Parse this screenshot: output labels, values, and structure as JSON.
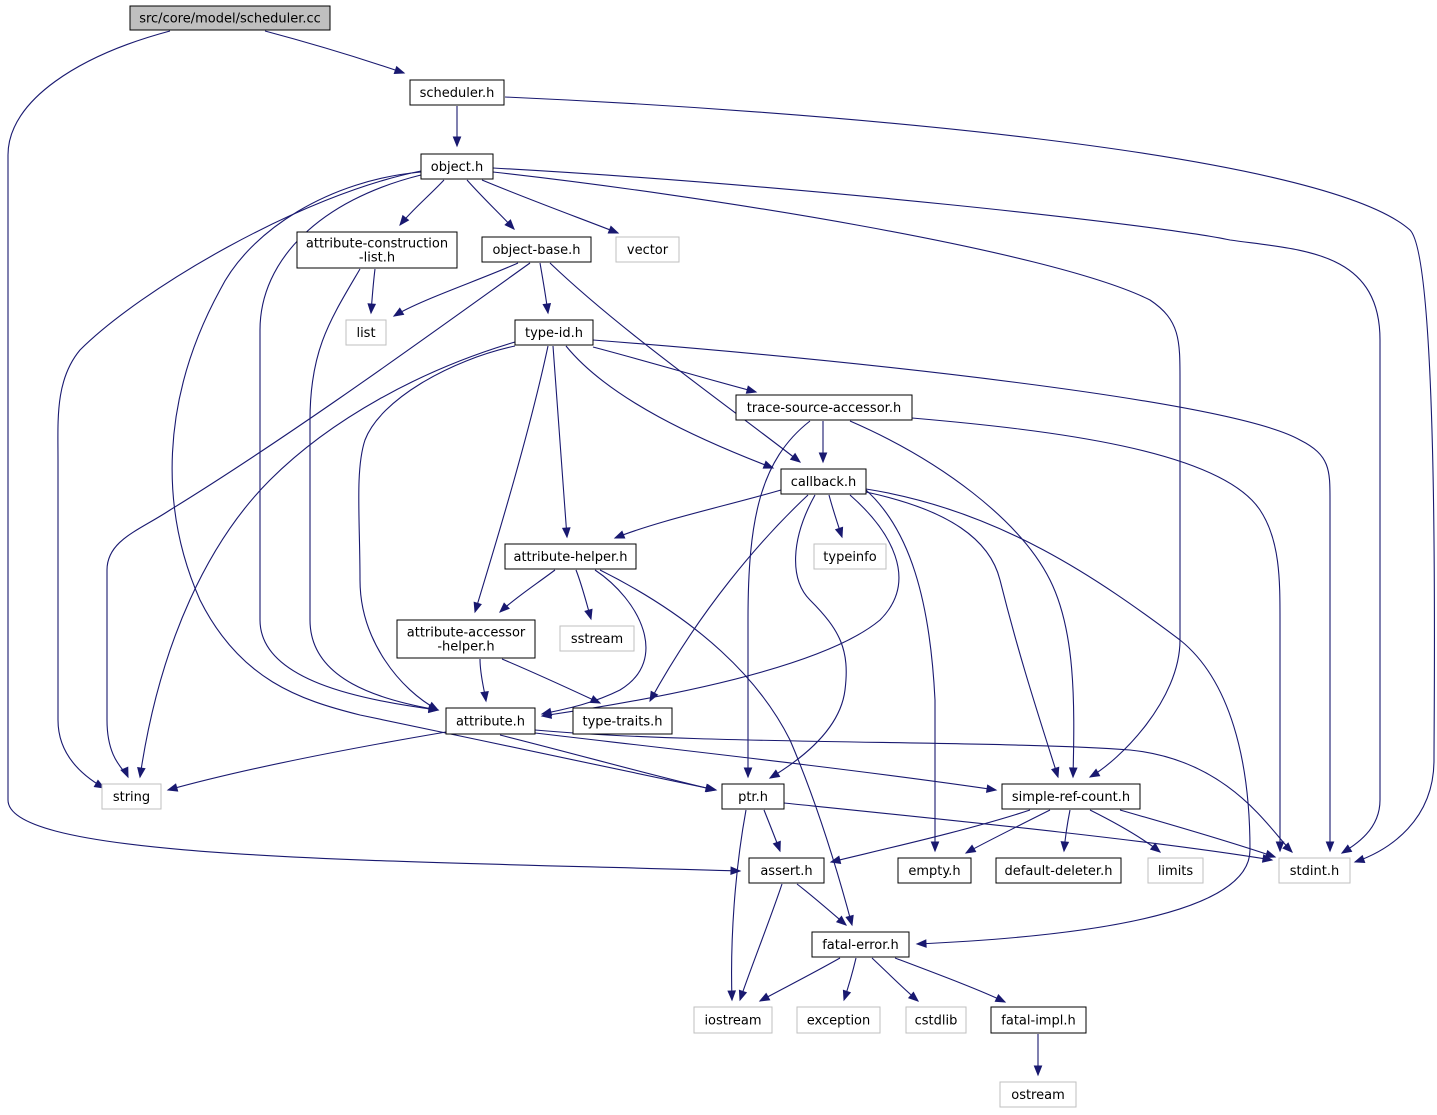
{
  "colors": {
    "edge": "#191970",
    "local_border": "#000000",
    "system_border": "#bfbfbf",
    "root_fill": "#bfbfbf"
  },
  "nodes": [
    {
      "id": "scheduler_cc",
      "lines": [
        "src/core/model/scheduler.cc"
      ],
      "kind": "root"
    },
    {
      "id": "scheduler_h",
      "lines": [
        "scheduler.h"
      ],
      "kind": "local"
    },
    {
      "id": "object_h",
      "lines": [
        "object.h"
      ],
      "kind": "local"
    },
    {
      "id": "attr_constr_list_h",
      "lines": [
        "attribute-construction",
        "-list.h"
      ],
      "kind": "local"
    },
    {
      "id": "object_base_h",
      "lines": [
        "object-base.h"
      ],
      "kind": "local"
    },
    {
      "id": "vector",
      "lines": [
        "vector"
      ],
      "kind": "system"
    },
    {
      "id": "list",
      "lines": [
        "list"
      ],
      "kind": "system"
    },
    {
      "id": "type_id_h",
      "lines": [
        "type-id.h"
      ],
      "kind": "local"
    },
    {
      "id": "trace_source_accessor_h",
      "lines": [
        "trace-source-accessor.h"
      ],
      "kind": "local"
    },
    {
      "id": "callback_h",
      "lines": [
        "callback.h"
      ],
      "kind": "local"
    },
    {
      "id": "typeinfo",
      "lines": [
        "typeinfo"
      ],
      "kind": "system"
    },
    {
      "id": "attribute_helper_h",
      "lines": [
        "attribute-helper.h"
      ],
      "kind": "local"
    },
    {
      "id": "sstream",
      "lines": [
        "sstream"
      ],
      "kind": "system"
    },
    {
      "id": "attr_accessor_helper_h",
      "lines": [
        "attribute-accessor",
        "-helper.h"
      ],
      "kind": "local"
    },
    {
      "id": "attribute_h",
      "lines": [
        "attribute.h"
      ],
      "kind": "local"
    },
    {
      "id": "type_traits_h",
      "lines": [
        "type-traits.h"
      ],
      "kind": "local"
    },
    {
      "id": "string",
      "lines": [
        "string"
      ],
      "kind": "system"
    },
    {
      "id": "ptr_h",
      "lines": [
        "ptr.h"
      ],
      "kind": "local"
    },
    {
      "id": "simple_ref_count_h",
      "lines": [
        "simple-ref-count.h"
      ],
      "kind": "local"
    },
    {
      "id": "assert_h",
      "lines": [
        "assert.h"
      ],
      "kind": "local"
    },
    {
      "id": "empty_h",
      "lines": [
        "empty.h"
      ],
      "kind": "local"
    },
    {
      "id": "default_deleter_h",
      "lines": [
        "default-deleter.h"
      ],
      "kind": "local"
    },
    {
      "id": "limits",
      "lines": [
        "limits"
      ],
      "kind": "system"
    },
    {
      "id": "stdint_h",
      "lines": [
        "stdint.h"
      ],
      "kind": "system"
    },
    {
      "id": "fatal_error_h",
      "lines": [
        "fatal-error.h"
      ],
      "kind": "local"
    },
    {
      "id": "iostream",
      "lines": [
        "iostream"
      ],
      "kind": "system"
    },
    {
      "id": "exception",
      "lines": [
        "exception"
      ],
      "kind": "system"
    },
    {
      "id": "cstdlib",
      "lines": [
        "cstdlib"
      ],
      "kind": "system"
    },
    {
      "id": "fatal_impl_h",
      "lines": [
        "fatal-impl.h"
      ],
      "kind": "local"
    },
    {
      "id": "ostream",
      "lines": [
        "ostream"
      ],
      "kind": "system"
    }
  ],
  "edges": [
    {
      "from": "scheduler_cc",
      "to": "scheduler_h"
    },
    {
      "from": "scheduler_cc",
      "to": "assert_h"
    },
    {
      "from": "scheduler_h",
      "to": "object_h"
    },
    {
      "from": "scheduler_h",
      "to": "stdint_h"
    },
    {
      "from": "object_h",
      "to": "attr_constr_list_h"
    },
    {
      "from": "object_h",
      "to": "object_base_h"
    },
    {
      "from": "object_h",
      "to": "vector"
    },
    {
      "from": "object_h",
      "to": "string"
    },
    {
      "from": "object_h",
      "to": "ptr_h"
    },
    {
      "from": "object_h",
      "to": "attribute_h"
    },
    {
      "from": "object_h",
      "to": "simple_ref_count_h"
    },
    {
      "from": "object_h",
      "to": "stdint_h"
    },
    {
      "from": "attr_constr_list_h",
      "to": "list"
    },
    {
      "from": "attr_constr_list_h",
      "to": "attribute_h"
    },
    {
      "from": "object_base_h",
      "to": "list"
    },
    {
      "from": "object_base_h",
      "to": "string"
    },
    {
      "from": "object_base_h",
      "to": "type_id_h"
    },
    {
      "from": "object_base_h",
      "to": "callback_h"
    },
    {
      "from": "type_id_h",
      "to": "string"
    },
    {
      "from": "type_id_h",
      "to": "attribute_h"
    },
    {
      "from": "type_id_h",
      "to": "attr_accessor_helper_h"
    },
    {
      "from": "type_id_h",
      "to": "attribute_helper_h"
    },
    {
      "from": "type_id_h",
      "to": "callback_h"
    },
    {
      "from": "type_id_h",
      "to": "trace_source_accessor_h"
    },
    {
      "from": "type_id_h",
      "to": "stdint_h"
    },
    {
      "from": "trace_source_accessor_h",
      "to": "callback_h"
    },
    {
      "from": "trace_source_accessor_h",
      "to": "ptr_h"
    },
    {
      "from": "trace_source_accessor_h",
      "to": "simple_ref_count_h"
    },
    {
      "from": "trace_source_accessor_h",
      "to": "stdint_h"
    },
    {
      "from": "callback_h",
      "to": "attribute_helper_h"
    },
    {
      "from": "callback_h",
      "to": "typeinfo"
    },
    {
      "from": "callback_h",
      "to": "type_traits_h"
    },
    {
      "from": "callback_h",
      "to": "attribute_h"
    },
    {
      "from": "callback_h",
      "to": "ptr_h"
    },
    {
      "from": "callback_h",
      "to": "empty_h"
    },
    {
      "from": "callback_h",
      "to": "simple_ref_count_h"
    },
    {
      "from": "callback_h",
      "to": "fatal_error_h"
    },
    {
      "from": "attribute_helper_h",
      "to": "attr_accessor_helper_h"
    },
    {
      "from": "attribute_helper_h",
      "to": "sstream"
    },
    {
      "from": "attribute_helper_h",
      "to": "attribute_h"
    },
    {
      "from": "attribute_helper_h",
      "to": "fatal_error_h"
    },
    {
      "from": "attr_accessor_helper_h",
      "to": "attribute_h"
    },
    {
      "from": "attr_accessor_helper_h",
      "to": "type_traits_h"
    },
    {
      "from": "attribute_h",
      "to": "string"
    },
    {
      "from": "attribute_h",
      "to": "ptr_h"
    },
    {
      "from": "attribute_h",
      "to": "simple_ref_count_h"
    },
    {
      "from": "attribute_h",
      "to": "stdint_h"
    },
    {
      "from": "ptr_h",
      "to": "assert_h"
    },
    {
      "from": "ptr_h",
      "to": "iostream"
    },
    {
      "from": "ptr_h",
      "to": "stdint_h"
    },
    {
      "from": "simple_ref_count_h",
      "to": "assert_h"
    },
    {
      "from": "simple_ref_count_h",
      "to": "empty_h"
    },
    {
      "from": "simple_ref_count_h",
      "to": "default_deleter_h"
    },
    {
      "from": "simple_ref_count_h",
      "to": "limits"
    },
    {
      "from": "simple_ref_count_h",
      "to": "stdint_h"
    },
    {
      "from": "assert_h",
      "to": "iostream"
    },
    {
      "from": "assert_h",
      "to": "fatal_error_h"
    },
    {
      "from": "fatal_error_h",
      "to": "iostream"
    },
    {
      "from": "fatal_error_h",
      "to": "exception"
    },
    {
      "from": "fatal_error_h",
      "to": "cstdlib"
    },
    {
      "from": "fatal_error_h",
      "to": "fatal_impl_h"
    },
    {
      "from": "fatal_impl_h",
      "to": "ostream"
    }
  ]
}
